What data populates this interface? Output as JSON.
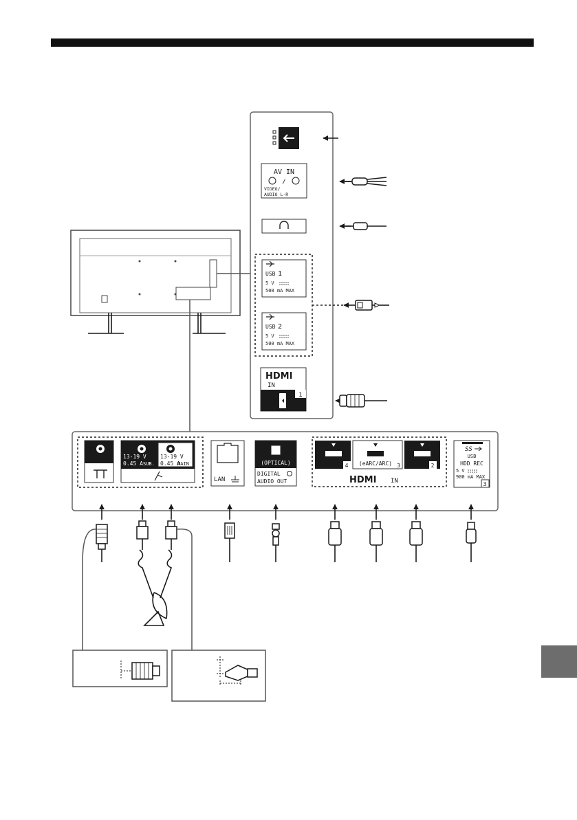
{
  "side_panel": {
    "av_in_title": "AV IN",
    "av_in_sub1": "VIDEO/",
    "av_in_sub2": "AUDIO L-R",
    "usb1_num": "1",
    "usb2_num": "2",
    "usb_label": "USB",
    "usb_power": "5 V",
    "usb_current": "500 mA MAX",
    "hdmi_logo": "HDMI",
    "hdmi_in": "IN",
    "hdmi_num": "1"
  },
  "bottom_panel": {
    "sat_volt": "13-19 V",
    "sat_amp": "0.45 A",
    "sat_sub": "SUB.",
    "sat_main": "MAIN",
    "lan": "LAN",
    "optical": "(OPTICAL)",
    "digital": "DIGITAL",
    "audio_out": "AUDIO OUT",
    "earc": "(eARC/ARC)",
    "hdmi_num_4": "4",
    "hdmi_num_3": "3",
    "hdmi_num_2": "2",
    "hdmi_logo": "HDMI",
    "hdmi_in": "IN",
    "usb3_logo": "SS",
    "usb3_usb": "USB",
    "usb3_hdd": "HDD REC",
    "usb3_power": "5 V",
    "usb3_current": "900 mA MAX",
    "usb3_num": "3"
  }
}
